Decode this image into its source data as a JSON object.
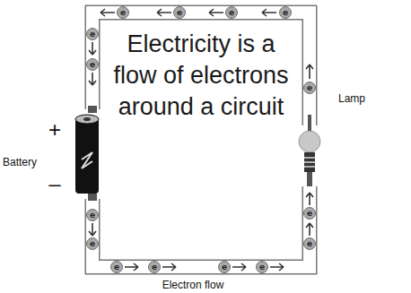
{
  "diagram": {
    "nodes": [
      {
        "text": [
          "e"
        ]
      },
      {
        "text": [
          "e"
        ]
      },
      {
        "text": [
          "e"
        ]
      },
      {
        "text": [
          "e"
        ]
      },
      {
        "text": [
          "e"
        ]
      },
      {
        "text": [
          "e"
        ]
      },
      {
        "text": [
          "e"
        ]
      },
      {
        "text": [
          "e"
        ]
      },
      {
        "text": [
          "e"
        ]
      },
      {
        "text": [
          "e"
        ]
      },
      {
        "text": [
          "e"
        ]
      },
      {
        "text": [
          "e"
        ]
      },
      {
        "text": [
          "e"
        ]
      },
      {
        "text": [
          "e"
        ]
      },
      {
        "text": [
          "e"
        ]
      }
    ],
    "labels": [
      "Electricity is a flow of electrons around a circuit",
      "+",
      "Battery",
      "–",
      "Lamp",
      "Electron flow"
    ]
  }
}
